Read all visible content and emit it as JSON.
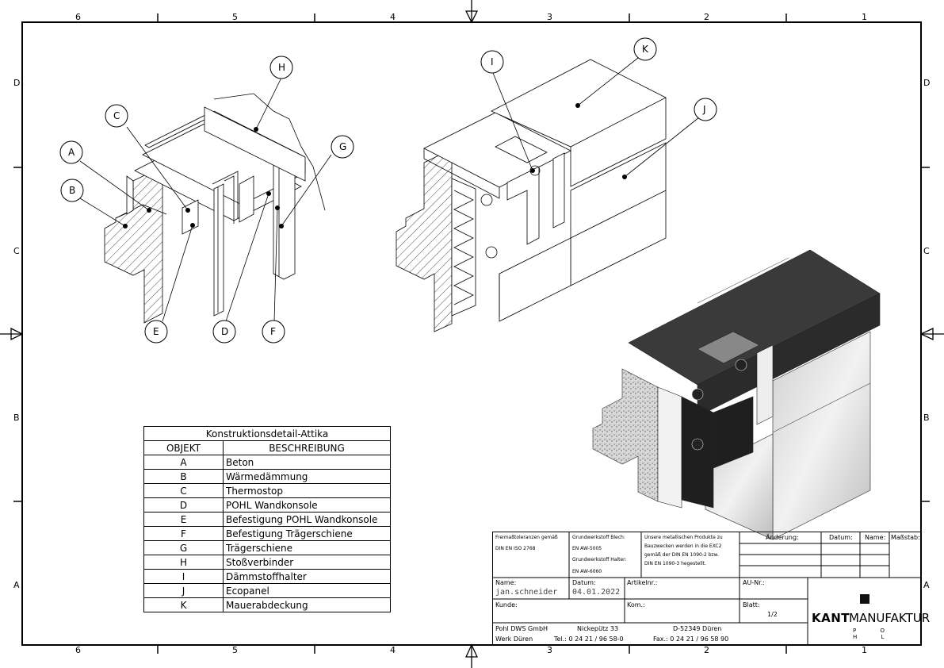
{
  "frame": {
    "top_numbers": [
      "6",
      "5",
      "4",
      "3",
      "2",
      "1"
    ],
    "bottom_numbers": [
      "6",
      "5",
      "4",
      "3",
      "2",
      "1"
    ],
    "side_letters": [
      "D",
      "C",
      "B",
      "A"
    ]
  },
  "callouts": {
    "left_view": [
      "H",
      "C",
      "G",
      "A",
      "B",
      "E",
      "D",
      "F"
    ],
    "right_view": [
      "I",
      "K",
      "J"
    ]
  },
  "parts_list": {
    "title": "Konstruktionsdetail-Attika",
    "header_object": "OBJEKT",
    "header_description": "BESCHREIBUNG",
    "rows": [
      {
        "object": "A",
        "description": "Beton"
      },
      {
        "object": "B",
        "description": "Wärmedämmung"
      },
      {
        "object": "C",
        "description": "Thermostop"
      },
      {
        "object": "D",
        "description": "POHL Wandkonsole"
      },
      {
        "object": "E",
        "description": "Befestigung POHL Wandkonsole"
      },
      {
        "object": "F",
        "description": "Befestigung Trägerschiene"
      },
      {
        "object": "G",
        "description": "Trägerschiene"
      },
      {
        "object": "H",
        "description": "Stoßverbinder"
      },
      {
        "object": "I",
        "description": "Dämmstoffhalter"
      },
      {
        "object": "J",
        "description": "Ecopanel"
      },
      {
        "object": "K",
        "description": "Mauerabdeckung"
      }
    ]
  },
  "title_block": {
    "tolerances_label": "Freimaßtoleranzen gemäß",
    "tolerances_value": "DIN EN ISO 2768",
    "sheet_material_label": "Grundwerkstoff Blech:",
    "sheet_material_value": "EN AW-5005",
    "holder_material_label": "Grundwerkstoff Halter:",
    "holder_material_value": "EN AW-6060",
    "note_line1": "Unsere metallischen Produkte zu",
    "note_line2": "Bauzwecken werden in die EXC2",
    "note_line3": "gemäß der DIN EN 1090-2 bzw.",
    "note_line4": "DIN EN 1090-3 hegestellt.",
    "change_label": "Änderung:",
    "date_label_rev": "Datum:",
    "name_label_rev": "Name:",
    "scale_label": "Maßstab:",
    "name_label": "Name:",
    "name_value": "jan.schneider",
    "date_label": "Datum:",
    "date_value": "04.01.2022",
    "article_label": "Artikelnr.:",
    "au_label": "AU-Nr.:",
    "customer_label": "Kunde:",
    "comment_label": "Kom.:",
    "sheet_label": "Blatt:",
    "sheet_value": "1/2",
    "company_line": "Pohl DWS GmbH",
    "street": "Nickepütz 33",
    "city": "D-52349 Düren",
    "plant": "Werk Düren",
    "tel": "Tel.: 0 24 21 / 96 58-0",
    "fax": "Fax.: 0 24 21 / 96 58 90",
    "brand_bold": "KANT",
    "brand_light": "MANUFAKTUR",
    "brand_sub": "P O H L"
  }
}
